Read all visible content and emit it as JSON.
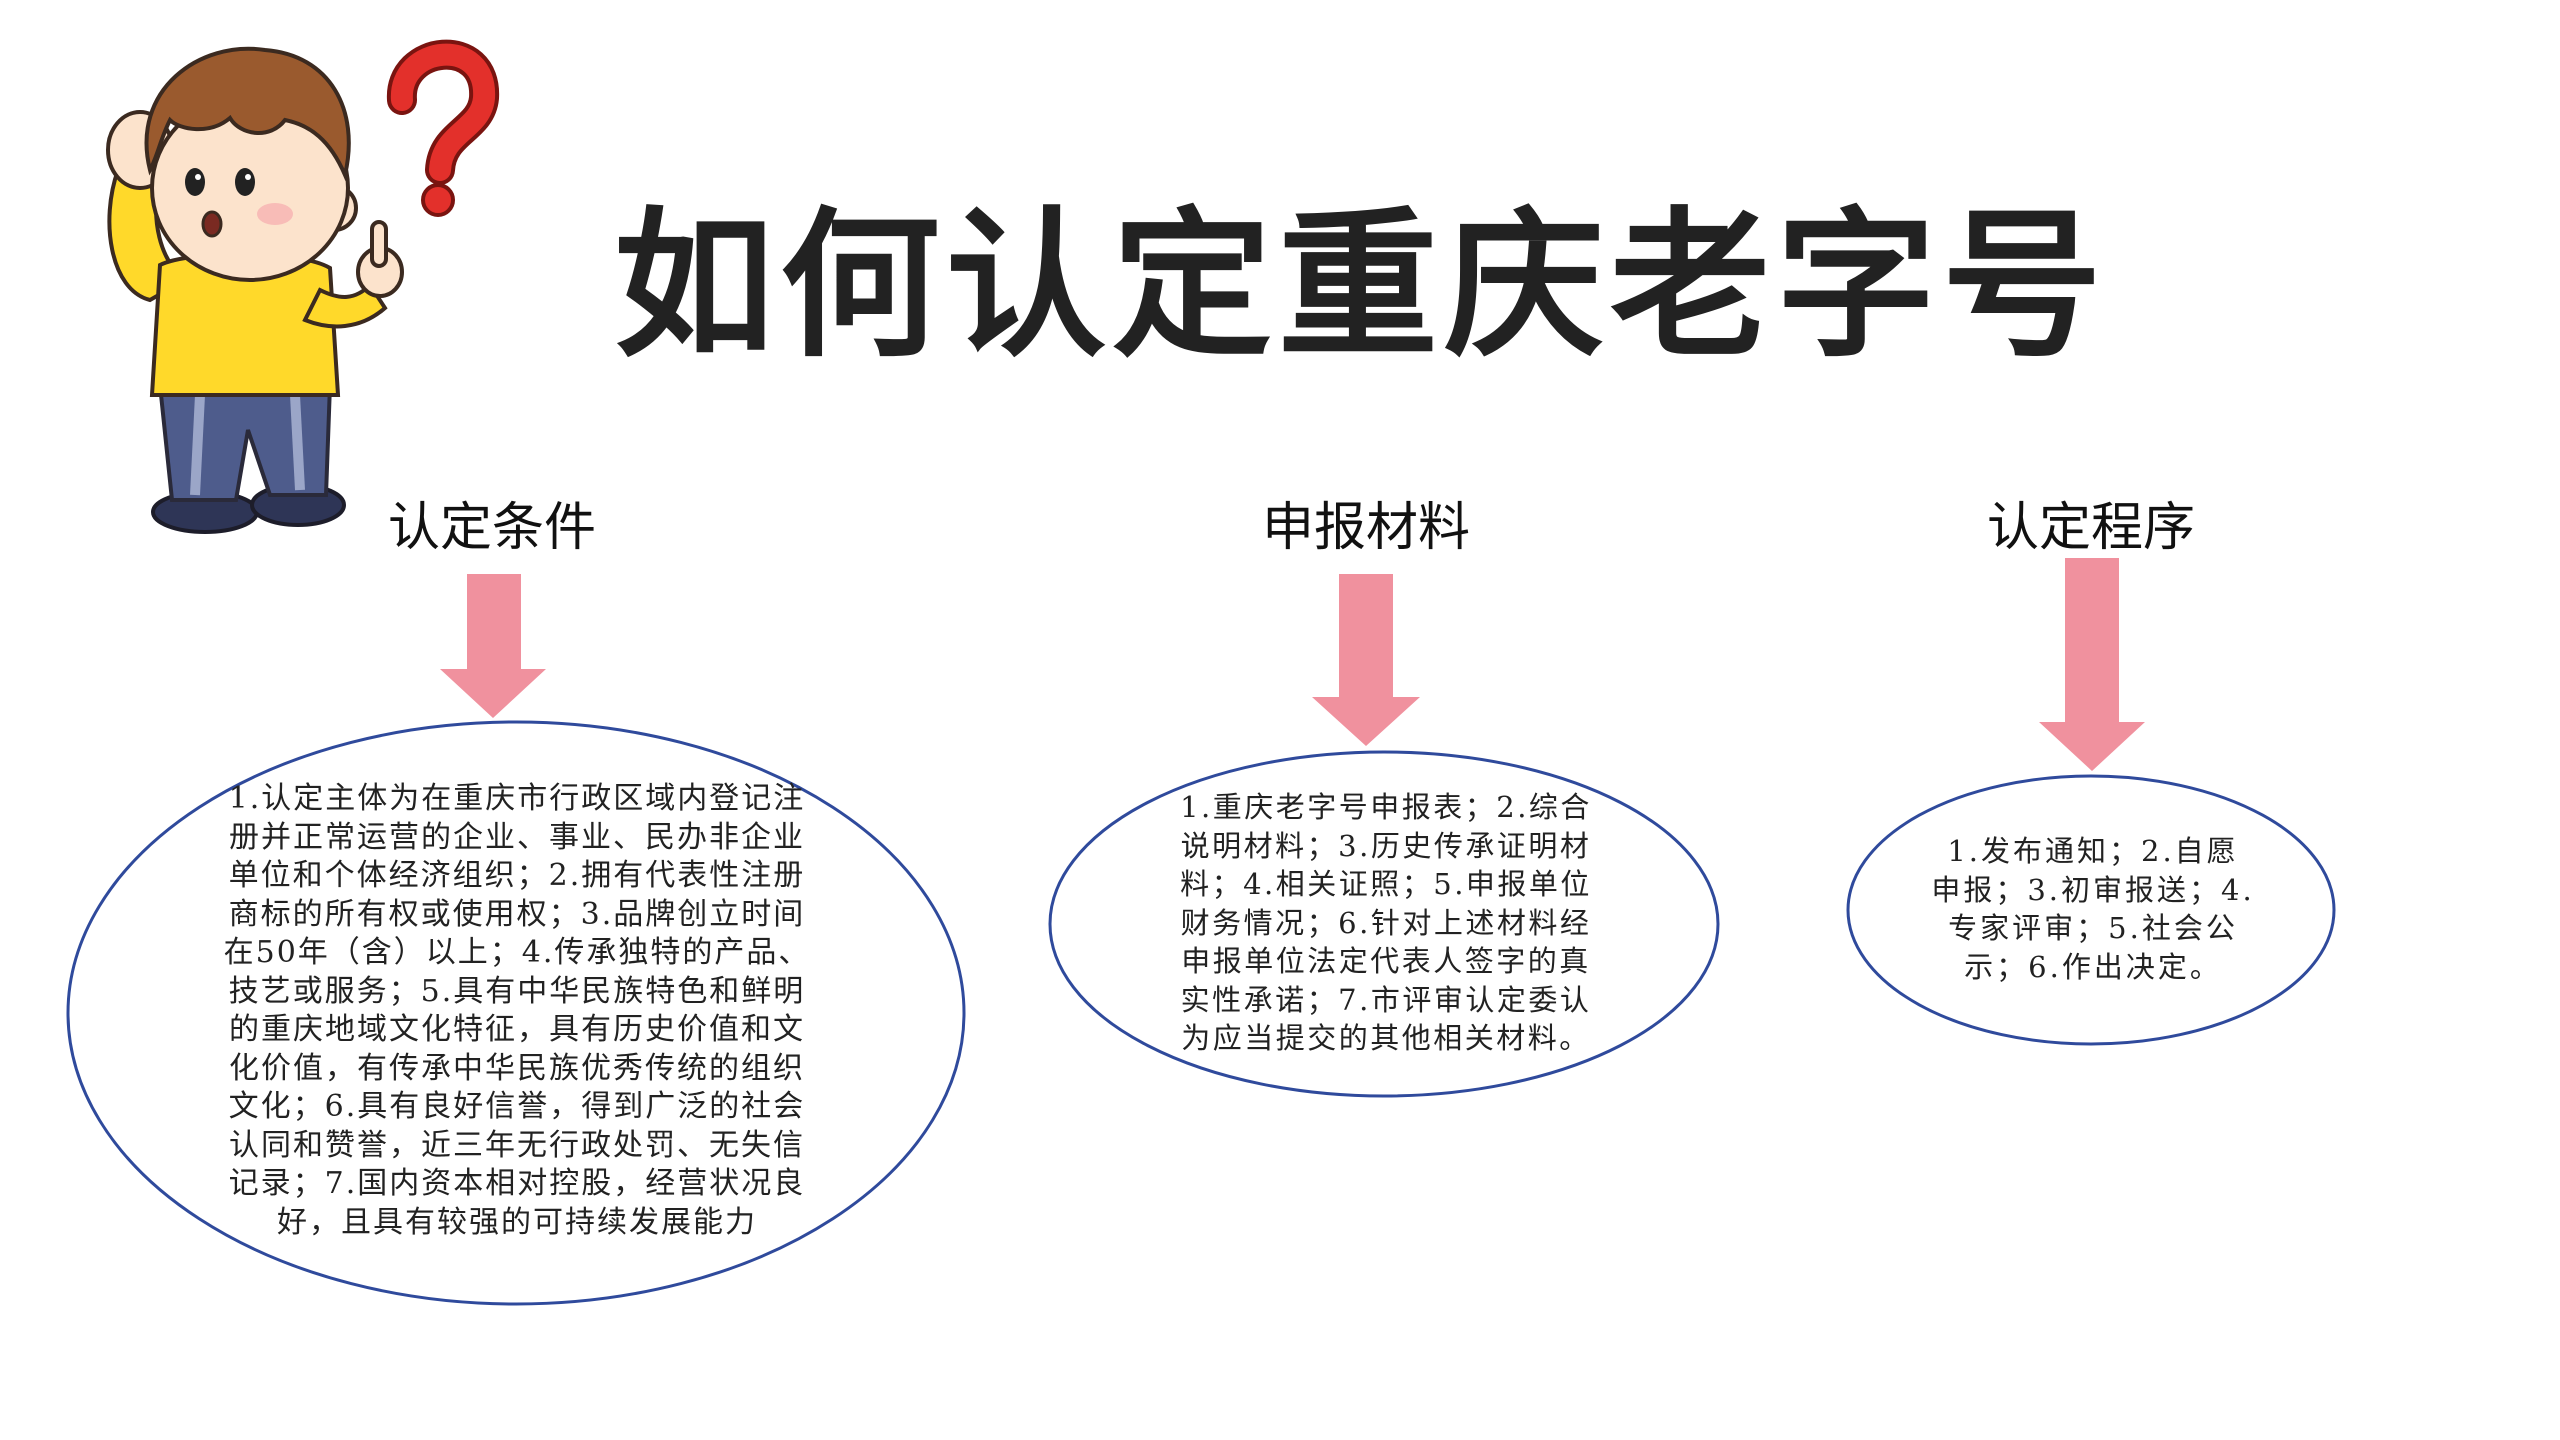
{
  "title": "如何认定重庆老字号",
  "columns": [
    {
      "heading": "认定条件",
      "lines": [
        "1.认定主体为在重庆市行政区域内登记注",
        "册并正常运营的企业、事业、民办非企业",
        "单位和个体经济组织；2.拥有代表性注册",
        "商标的所有权或使用权；3.品牌创立时间",
        "在50年（含）以上；4.传承独特的产品、",
        "技艺或服务；5.具有中华民族特色和鲜明",
        "的重庆地域文化特征，具有历史价值和文",
        "化价值，有传承中华民族优秀传统的组织",
        "文化；6.具有良好信誉，得到广泛的社会",
        "认同和赞誉，近三年无行政处罚、无失信",
        "记录；7.国内资本相对控股，经营状况良",
        "好，且具有较强的可持续发展能力"
      ]
    },
    {
      "heading": "申报材料",
      "lines": [
        "1.重庆老字号申报表；2.综合",
        "说明材料；3.历史传承证明材",
        "料；4.相关证照；5.申报单位",
        "财务情况；6.针对上述材料经",
        "申报单位法定代表人签字的真",
        "实性承诺；7.市评审认定委认",
        "为应当提交的其他相关材料。"
      ]
    },
    {
      "heading": "认定程序",
      "lines": [
        "1.发布通知；2.自愿",
        "申报；3.初审报送；4.",
        "专家评审；5.社会公",
        "示；6.作出决定。"
      ]
    }
  ],
  "colors": {
    "arrow": "#F0919E",
    "ellipse_outline": "#2F4A9C",
    "question_mark": "#E3302B",
    "shirt": "#FFD92A",
    "pants": "#4E5C8C",
    "hair": "#9A5A2E"
  },
  "icons": [
    "question-mark-icon",
    "confused-boy-illustration",
    "down-arrow-icon"
  ]
}
